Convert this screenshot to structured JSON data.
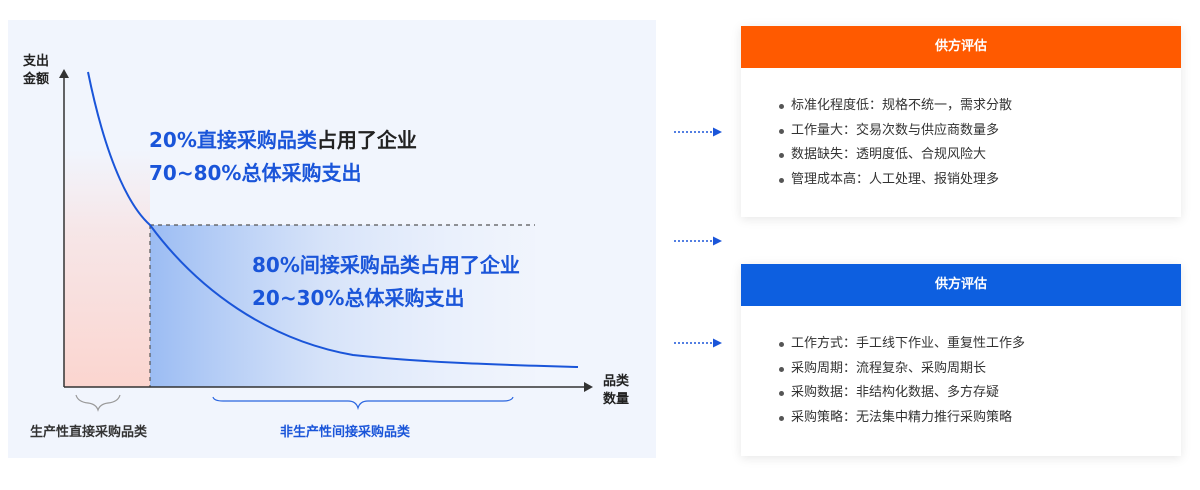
{
  "axes": {
    "y_label_line1": "支出",
    "y_label_line2": "金额",
    "x_label_line1": "品类",
    "x_label_line2": "数量"
  },
  "highlights": {
    "direct": {
      "line1_accent": "20%直接采购品类",
      "line1_rest": "占用了企业",
      "line2": "70~80%总体采购支出"
    },
    "indirect": {
      "line1": "80%间接采购品类占用了企业",
      "line2": "20~30%总体采购支出"
    }
  },
  "bottom_labels": {
    "direct": "生产性直接采购品类",
    "indirect": "非生产性间接采购品类"
  },
  "cards": [
    {
      "title": "供方评估",
      "header_color": "#ff5a00",
      "items": [
        "标准化程度低：规格不统一，需求分散",
        "工作量大：交易次数与供应商数量多",
        "数据缺失：透明度低、合规风险大",
        "管理成本高：人工处理、报销处理多"
      ]
    },
    {
      "title": "供方评估",
      "header_color": "#0d5fe0",
      "items": [
        "工作方式：手工线下作业、重复性工作多",
        "采购周期：流程复杂、采购周期长",
        "采购数据：非结构化数据、多方存疑",
        "采购策略：无法集中精力推行采购策略"
      ]
    }
  ],
  "colors": {
    "accent_blue": "#1a55d9",
    "accent_orange": "#ff5a00",
    "direct_fill": "#fbd9d5",
    "indirect_fill": "#9bbcf3"
  }
}
